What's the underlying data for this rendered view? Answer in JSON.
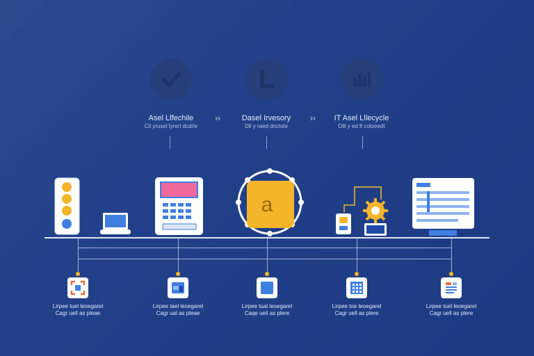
{
  "steps": [
    {
      "title": "Asel Llfechile",
      "subtitle": "Cll yrusel lyrerl dcdrle",
      "icon": "check-icon"
    },
    {
      "title": "Dasel Irvesory",
      "subtitle": "Dll y raed dnctole",
      "icon": "letter-l-icon"
    },
    {
      "title": "IT Asel Lllecycle",
      "subtitle": "Dlll y ed lf cotseedt",
      "icon": "bar-chart-icon"
    }
  ],
  "chevron": "››",
  "center_letter": "a",
  "bottom_items": [
    {
      "line1": "Lirpee tuel leoegarel",
      "line2": "Cagr uell as pleae",
      "icon": "frame-icon"
    },
    {
      "line1": "Lirpee tael leoegarel",
      "line2": "Cagr ual as pleae",
      "icon": "window-icon"
    },
    {
      "line1": "Lirpee tual leoegarel",
      "line2": "Caqe ueil as plere",
      "icon": "square-icon"
    },
    {
      "line1": "Lirpee toe leoegarel",
      "line2": "Cagr uell as plere",
      "icon": "grid-icon"
    },
    {
      "line1": "Lirpee tuel leoegarel",
      "line2": "Cagr uell as plere",
      "icon": "document-icon"
    }
  ],
  "colors": {
    "accent": "#f5b52a",
    "primary_blue": "#3f7fe0",
    "pink": "#f06aa0",
    "background": "#22418a"
  }
}
